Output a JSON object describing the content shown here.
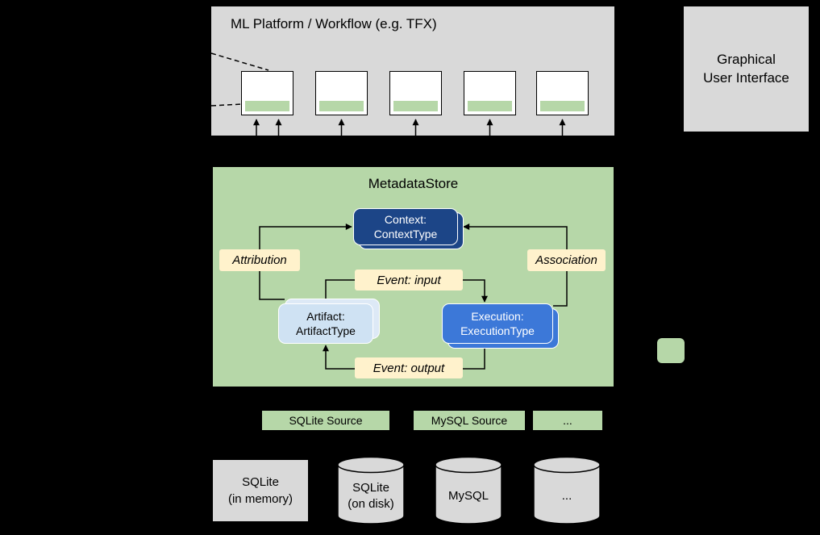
{
  "colors": {
    "background": "#000000",
    "panel_gray": "#d9d9d9",
    "green": "#b6d7a8",
    "context_blue": "#1c4587",
    "execution_blue": "#3c78d8",
    "artifact_blue": "#cfe2f3",
    "label_yellow": "#fff2cc"
  },
  "platform": {
    "title": "ML Platform / Workflow (e.g. TFX)"
  },
  "gui": {
    "label": "Graphical\nUser Interface"
  },
  "store": {
    "title": "MetadataStore",
    "context_label": "Context:\nContextType",
    "artifact_label": "Artifact:\nArtifactType",
    "execution_label": "Execution:\nExecutionType",
    "attribution_label": "Attribution",
    "association_label": "Association",
    "event_input_label": "Event: input",
    "event_output_label": "Event: output"
  },
  "sources": {
    "items": [
      "SQLite Source",
      "MySQL Source",
      "..."
    ]
  },
  "storage": {
    "memory_label": "SQLite\n(in memory)",
    "cylinders": [
      "SQLite\n(on disk)",
      "MySQL",
      "..."
    ]
  },
  "legend": {
    "swatch_color": "#b6d7a8"
  }
}
